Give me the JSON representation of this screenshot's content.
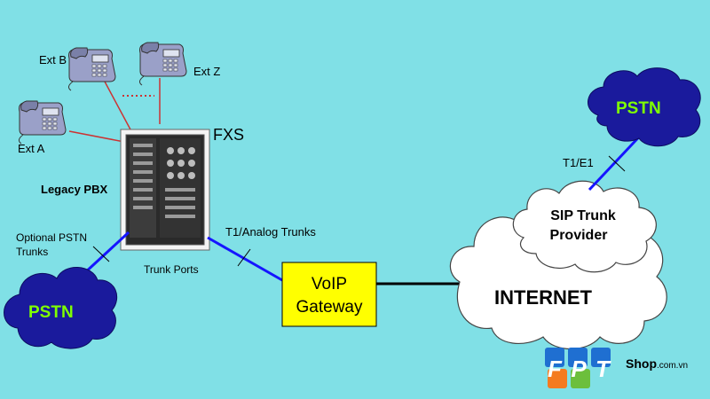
{
  "colors": {
    "background": "#80e0e6",
    "pstn_cloud": "#1a1a9c",
    "pstn_text": "#7fff00",
    "gateway_fill": "#ffff00",
    "link_blue": "#1515ff",
    "link_red": "#cc3333"
  },
  "labels": {
    "ext_a": "Ext A",
    "ext_b": "Ext B",
    "ext_z": "Ext Z",
    "fxs": "FXS",
    "legacy_pbx": "Legacy PBX",
    "optional_pstn_line1": "Optional PSTN",
    "optional_pstn_line2": "Trunks",
    "trunk_ports": "Trunk Ports",
    "t1_analog": "T1/Analog Trunks",
    "voip_line1": "VoIP",
    "voip_line2": "Gateway",
    "pstn_left": "PSTN",
    "pstn_right": "PSTN",
    "t1e1": "T1/E1",
    "sip_line1": "SIP Trunk",
    "sip_line2": "Provider",
    "internet": "INTERNET"
  },
  "logo": {
    "letters": [
      "F",
      "P",
      "T"
    ],
    "shop": "Shop",
    "domain": ".com.vn"
  },
  "icons": [
    "phone-icon",
    "pbx-cabinet-icon",
    "cloud-icon"
  ]
}
